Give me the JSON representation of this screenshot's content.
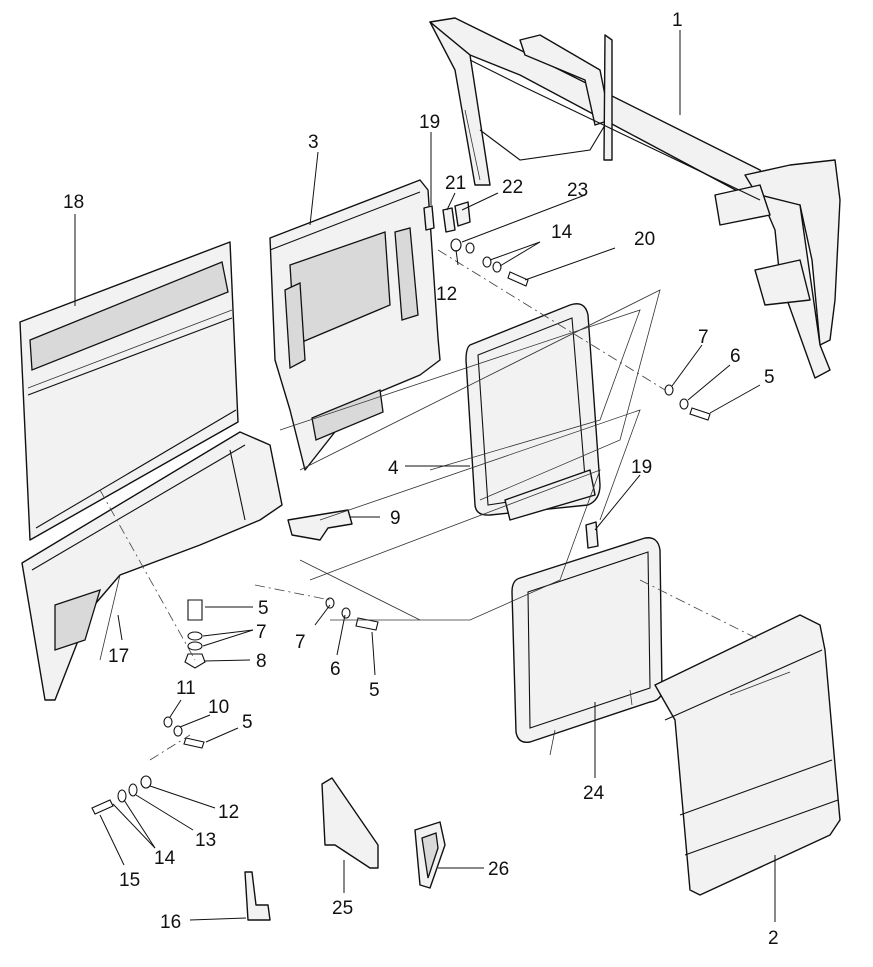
{
  "callouts": {
    "c1": "1",
    "c2": "2",
    "c3": "3",
    "c4": "4",
    "c5a": "5",
    "c5b": "5",
    "c5c": "5",
    "c5d": "5",
    "c6a": "6",
    "c6b": "6",
    "c7a": "7",
    "c7b": "7",
    "c7c": "7",
    "c8": "8",
    "c9": "9",
    "c10": "10",
    "c11": "11",
    "c12a": "12",
    "c12b": "12",
    "c13": "13",
    "c14a": "14",
    "c14b": "14",
    "c15": "15",
    "c16": "16",
    "c17": "17",
    "c18": "18",
    "c19a": "19",
    "c19b": "19",
    "c20": "20",
    "c21": "21",
    "c22": "22",
    "c23": "23",
    "c24": "24",
    "c25": "25",
    "c26": "26"
  }
}
